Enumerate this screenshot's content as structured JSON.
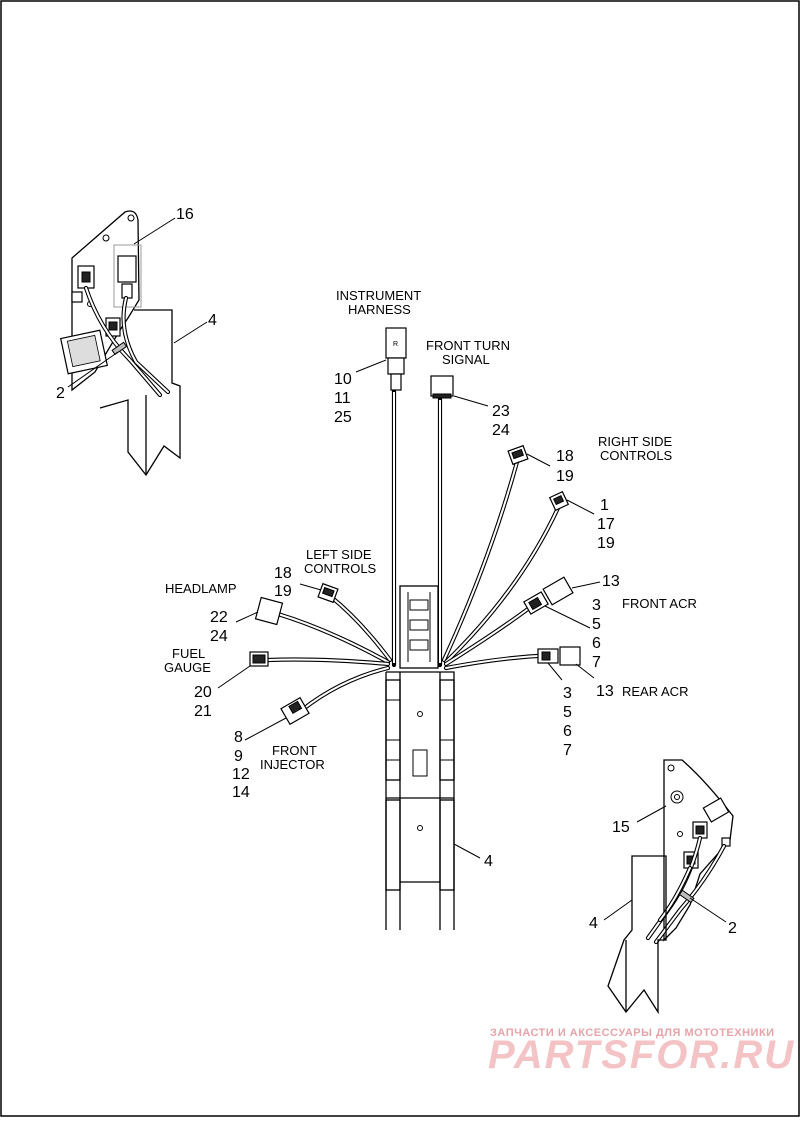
{
  "labels": {
    "instrument_harness": [
      "INSTRUMENT",
      "HARNESS"
    ],
    "front_turn_signal": [
      "FRONT TURN",
      "SIGNAL"
    ],
    "right_side_controls": [
      "RIGHT SIDE",
      "CONTROLS"
    ],
    "left_side_controls": [
      "LEFT SIDE",
      "CONTROLS"
    ],
    "headlamp": "HEADLAMP",
    "fuel_gauge": [
      "FUEL",
      "GAUGE"
    ],
    "front_injector": [
      "FRONT",
      "INJECTOR"
    ],
    "front_acr": "FRONT ACR",
    "rear_acr": "REAR ACR"
  },
  "callouts": {
    "instrument_harness": [
      "10",
      "11",
      "25"
    ],
    "front_turn_signal": [
      "23",
      "24"
    ],
    "right_side_controls_a": [
      "18",
      "19"
    ],
    "right_side_controls_b": [
      "1",
      "17",
      "19"
    ],
    "front_acr_item": "13",
    "front_acr": [
      "3",
      "5",
      "6",
      "7"
    ],
    "rear_acr": [
      "3",
      "5",
      "6",
      "7"
    ],
    "rear_acr_item": "13",
    "left_side_controls": [
      "18",
      "19"
    ],
    "headlamp": [
      "22",
      "24"
    ],
    "fuel_gauge": [
      "20",
      "21"
    ],
    "front_injector": [
      "8",
      "9",
      "12",
      "14"
    ],
    "frame_center": "4",
    "left_detail_bracket": "16",
    "left_detail_frame": "4",
    "left_detail_tie": "2",
    "right_detail_bracket": "15",
    "right_detail_frame": "4",
    "right_detail_tie": "2"
  },
  "watermark": {
    "tagline": "ЗАПЧАСТИ И АКСЕССУАРЫ ДЛЯ МОТОТЕХНИКИ",
    "brand": "PARTSFOR.RU"
  }
}
